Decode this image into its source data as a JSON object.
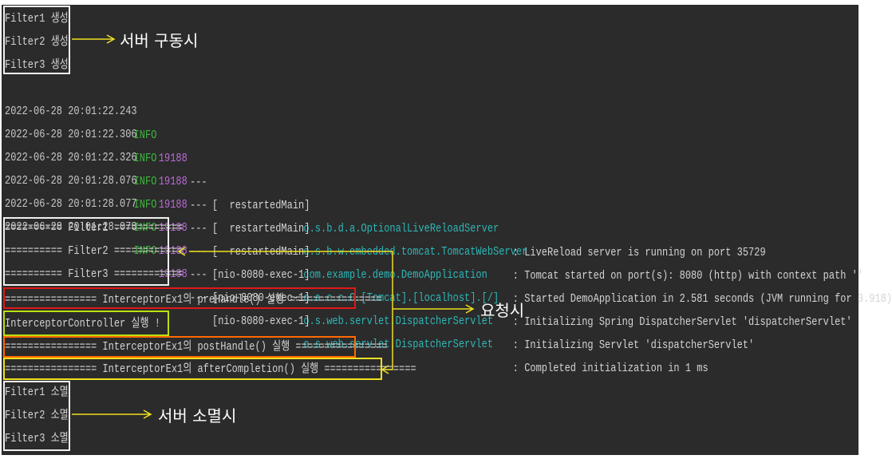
{
  "startup_filters": [
    "Filter1 생성",
    "Filter2 생성",
    "Filter3 생성"
  ],
  "log_rows": [
    {
      "timestamp": "2022-06-28 20:01:22.243",
      "level": "INFO",
      "pid": "19188",
      "sep": "---",
      "thread": "[  restartedMain]",
      "logger": "o.s.b.d.a.OptionalLiveReloadServer",
      "message": ": LiveReload server is running on port 35729"
    },
    {
      "timestamp": "2022-06-28 20:01:22.306",
      "level": "INFO",
      "pid": "19188",
      "sep": "---",
      "thread": "[  restartedMain]",
      "logger": "o.s.b.w.embedded.tomcat.TomcatWebServer",
      "message": ": Tomcat started on port(s): 8080 (http) with context path ''"
    },
    {
      "timestamp": "2022-06-28 20:01:22.326",
      "level": "INFO",
      "pid": "19188",
      "sep": "---",
      "thread": "[  restartedMain]",
      "logger": "com.example.demo.DemoApplication",
      "message": ": Started DemoApplication in 2.581 seconds (JVM running for 3.918)"
    },
    {
      "timestamp": "2022-06-28 20:01:28.076",
      "level": "INFO",
      "pid": "19188",
      "sep": "---",
      "thread": "[nio-8080-exec-1]",
      "logger": "o.a.c.c.C.[Tomcat].[localhost].[/]",
      "message": ": Initializing Spring DispatcherServlet 'dispatcherServlet'"
    },
    {
      "timestamp": "2022-06-28 20:01:28.077",
      "level": "INFO",
      "pid": "19188",
      "sep": "---",
      "thread": "[nio-8080-exec-1]",
      "logger": "o.s.web.servlet.DispatcherServlet",
      "message": ": Initializing Servlet 'dispatcherServlet'"
    },
    {
      "timestamp": "2022-06-28 20:01:28.078",
      "level": "INFO",
      "pid": "19188",
      "sep": "---",
      "thread": "[nio-8080-exec-1]",
      "logger": "o.s.web.servlet.DispatcherServlet",
      "message": ": Completed initialization in 1 ms"
    }
  ],
  "request_filters": [
    "========== Filter1 ============",
    "========== Filter2 ============",
    "========== Filter3 ============"
  ],
  "interceptor_prehandle": "================ InterceptorEx1의 preHandle() 실행 ================",
  "controller_line": "InterceptorController 실행 !",
  "interceptor_posthandle": "================ InterceptorEx1의 postHandle() 실행 ================",
  "interceptor_aftercompletion": "================ InterceptorEx1의 afterCompletion() 실행 ================",
  "shutdown_filters": [
    "Filter1 소멸",
    "Filter2 소멸",
    "Filter3 소멸"
  ],
  "annotations": {
    "startup": "서버 구동시",
    "request": "요청시",
    "shutdown": "서버 소멸시"
  },
  "colors": {
    "background": "#2b2b2b",
    "level_info": "#3db73d",
    "pid": "#b86bd6",
    "logger": "#2eb7b7",
    "prehandle_box": "#e01818",
    "controller_box": "#b8e010",
    "posthandle_box": "#ff6a00",
    "aftercompletion_box": "#f0e020",
    "arrow": "#f0e020"
  }
}
